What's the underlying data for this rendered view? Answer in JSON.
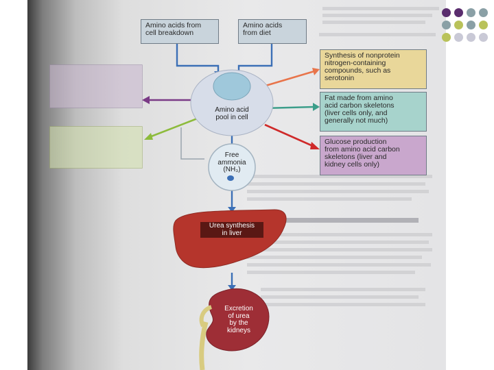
{
  "diagram": {
    "inputs": [
      {
        "id": "cell-breakdown",
        "lines": [
          "Amino acids from",
          "cell breakdown"
        ]
      },
      {
        "id": "diet",
        "lines": [
          "Amino acids",
          "from diet"
        ]
      }
    ],
    "pool": {
      "lines": [
        "Amino acid",
        "pool in cell"
      ]
    },
    "outputs": [
      {
        "id": "nonprotein",
        "lines": [
          "Synthesis of nonprotein",
          "nitrogen-containing",
          "compounds, such as",
          "serotonin"
        ],
        "color": "#e9d79a",
        "arrow": "#e8744a"
      },
      {
        "id": "fat",
        "lines": [
          "Fat made from amino",
          "acid carbon skeletons",
          "(liver cells only, and",
          "generally not much)"
        ],
        "color": "#a7d3cc",
        "arrow": "#3c9e8a"
      },
      {
        "id": "glucose",
        "lines": [
          "Glucose production",
          "from amino acid carbon",
          "skeletons (liver and",
          "kidney cells only)"
        ],
        "color": "#c9a7cd",
        "arrow": "#cf2a2a"
      }
    ],
    "free_ammonia": {
      "lines": [
        "Free",
        "ammonia",
        "(NH₃)"
      ]
    },
    "liver": {
      "lines": [
        "Urea synthesis",
        "in liver"
      ]
    },
    "kidney": {
      "lines": [
        "Excretion",
        "of urea",
        "by the",
        "kidneys"
      ]
    }
  },
  "colors": {
    "input_box": "#c9d4dc",
    "left_top_box": "#c9b7cf",
    "left_bottom_box": "#d3e1ad",
    "purple_arrow": "#7a3a86",
    "green_arrow": "#8dbb3c",
    "blue_arrow": "#3b6fb6",
    "liver": "#b5352c",
    "kidney": "#9e2e36"
  },
  "decor_dots": [
    "#5a2d6e",
    "#5a2d6e",
    "#8aa0a6",
    "#8aa0a6",
    "#8aa0a6",
    "#b9c25a",
    "#8aa0a6",
    "#b9c25a",
    "#b9c25a",
    "#c9c9d6",
    "#c9c9d6",
    "#c9c9d6"
  ]
}
